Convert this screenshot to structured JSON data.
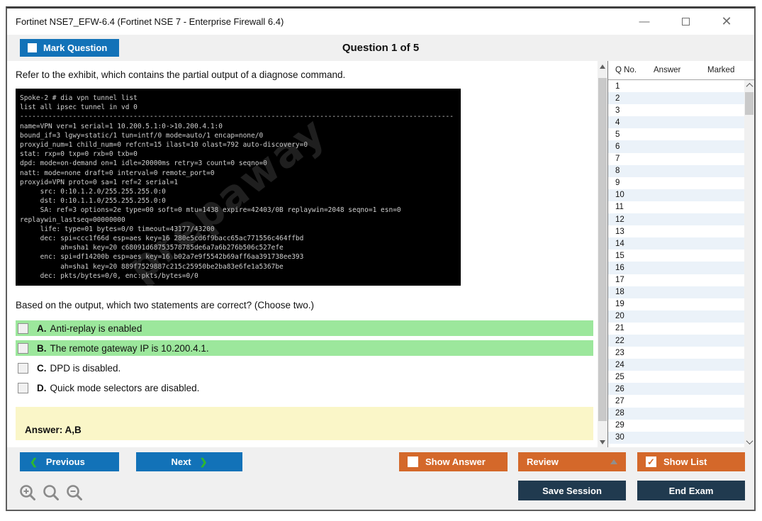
{
  "window": {
    "title": "Fortinet NSE7_EFW-6.4 (Fortinet NSE 7 - Enterprise Firewall 6.4)",
    "controls": {
      "minimize": "minimize",
      "maximize": "maximize",
      "close": "close"
    }
  },
  "header": {
    "mark_question_label": "Mark Question",
    "question_counter": "Question 1 of 5"
  },
  "question": {
    "intro": "Refer to the exhibit, which contains the partial output of a diagnose command.",
    "console": {
      "watermark": "prepaway",
      "lines": [
        "Spoke-2 # dia vpn tunnel list",
        "list all ipsec tunnel in vd 0",
        "-----------------------------------------------------------------------------------------------------------",
        "name=VPN ver=1 serial=1 10.200.5.1:0->10.200.4.1:0",
        "bound_if=3 lgwy=static/1 tun=intf/0 mode=auto/1 encap=none/0",
        "proxyid_num=1 child_num=0 refcnt=15 ilast=10 olast=792 auto-discovery=0",
        "stat: rxp=0 txp=0 rxb=0 txb=0",
        "dpd: mode=on-demand on=1 idle=20000ms retry=3 count=0 seqno=0",
        "natt: mode=none draft=0 interval=0 remote_port=0",
        "proxyid=VPN proto=0 sa=1 ref=2 serial=1",
        "     src: 0:10.1.2.0/255.255.255.0:0",
        "     dst: 0:10.1.1.0/255.255.255.0:0",
        "     SA: ref=3 options=2e type=00 soft=0 mtu=1438 expire=42403/0B replaywin=2048 seqno=1 esn=0",
        "replaywin_lastseq=00000000",
        "     life: type=01 bytes=0/0 timeout=43177/43200",
        "     dec: spi=ccc1f66d esp=aes key=16 280e5cd6f9bacc65ac771556c464ffbd",
        "          ah=sha1 key=20 c68091d68753578785de6a7a6b276b506c527efe",
        "     enc: spi=df14200b esp=aes key=16 b02a7e9f5542b69aff6aa391738ee393",
        "          ah=sha1 key=20 889f7529887c215c25950be2ba83e6fe1a5367be",
        "     dec: pkts/bytes=0/0, enc:pkts/bytes=0/0"
      ]
    },
    "prompt": "Based on the output, which two statements are correct? (Choose two.)",
    "options": [
      {
        "letter": "A.",
        "text": "Anti-replay is enabled",
        "highlighted": true
      },
      {
        "letter": "B.",
        "text": "The remote gateway IP is 10.200.4.1.",
        "highlighted": true
      },
      {
        "letter": "C.",
        "text": "DPD is disabled.",
        "highlighted": false
      },
      {
        "letter": "D.",
        "text": "Quick mode selectors are disabled.",
        "highlighted": false
      }
    ]
  },
  "answer_box": {
    "text": "Answer: A,B"
  },
  "sidebar": {
    "columns": {
      "q_no": "Q No.",
      "answer": "Answer",
      "marked": "Marked"
    },
    "question_numbers": [
      1,
      2,
      3,
      4,
      5,
      6,
      7,
      8,
      9,
      10,
      11,
      12,
      13,
      14,
      15,
      16,
      17,
      18,
      19,
      20,
      21,
      22,
      23,
      24,
      25,
      26,
      27,
      28,
      29,
      30
    ]
  },
  "footer": {
    "previous": "Previous",
    "next": "Next",
    "show_answer": "Show Answer",
    "review": "Review",
    "show_list": "Show List",
    "save_session": "Save Session",
    "end_exam": "End Exam"
  },
  "colors": {
    "accent_blue": "#1272b8",
    "accent_orange": "#d4682a",
    "accent_navy": "#203a4f",
    "highlight_green": "#9ce79c",
    "answer_yellow": "#faf6c8",
    "alt_row_blue": "#ebf2f9",
    "chevron_green": "#2eb82e"
  }
}
